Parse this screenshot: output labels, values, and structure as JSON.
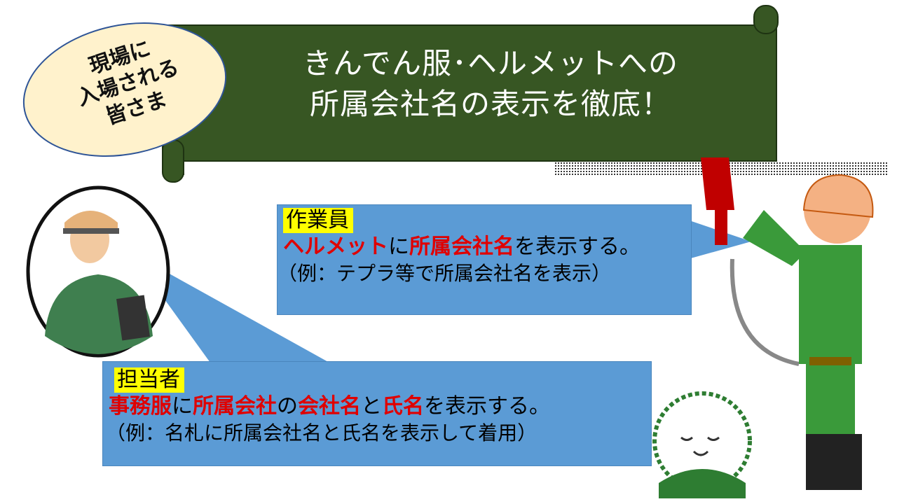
{
  "banner": {
    "line1": "きんでん服･ヘルメットへの",
    "line2": "所属会社名の表示を徹底！"
  },
  "oval": {
    "line1": "現場に",
    "line2": "入場される",
    "line3": "皆さま"
  },
  "worker_box": {
    "label": "作業員",
    "line1_red1": "ヘルメット",
    "line1_t1": "に",
    "line1_red2": "所属会社名",
    "line1_t2": "を表示する。",
    "line2": "（例：テプラ等で所属会社名を表示）"
  },
  "manager_box": {
    "label": "担当者",
    "line1_red1": "事務服",
    "line1_t1": "に",
    "line1_red2": "所属会社",
    "line1_t2": "の",
    "line1_red3": "会社名",
    "line1_t3": "と",
    "line1_red4": "氏名",
    "line1_t4": "を表示する。",
    "line2": "（例：名札に所属会社名と氏名を表示して着用）"
  },
  "colors": {
    "banner": "#375623",
    "oval": "#fff2cc",
    "box": "#5b9bd5",
    "highlight": "#ffff00",
    "emphasis": "#e00000"
  }
}
